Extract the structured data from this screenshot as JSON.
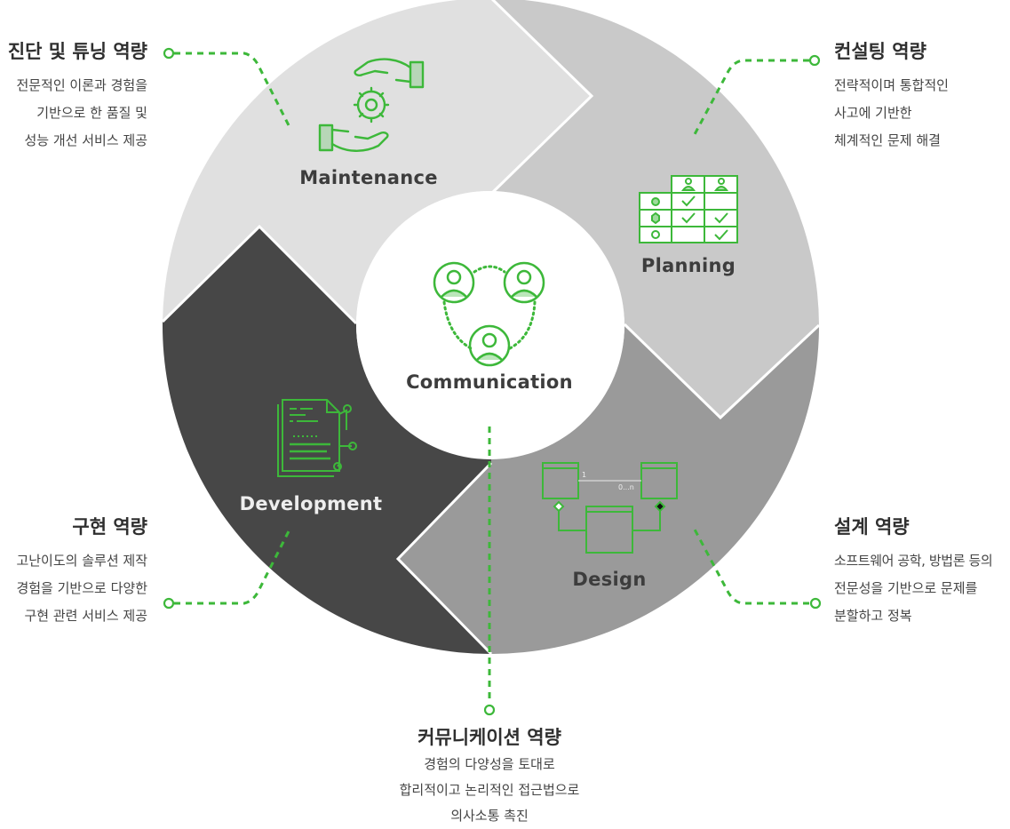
{
  "colors": {
    "accent": "#3db83a",
    "maintenance_segment": "#e0e0e0",
    "planning_segment": "#c9c9c9",
    "design_segment": "#9a9a9a",
    "development_segment": "#474747",
    "center": "#ffffff"
  },
  "segments": {
    "maintenance": "Maintenance",
    "planning": "Planning",
    "design": "Design",
    "development": "Development",
    "communication": "Communication"
  },
  "icons": {
    "maintenance": "hands-gear-icon",
    "planning": "user-checklist-table-icon",
    "design": "uml-class-diagram-icon",
    "development": "code-document-icon",
    "communication": "people-network-icon"
  },
  "uml_labels": {
    "one": "1",
    "many": "0...n"
  },
  "captions": {
    "maintenance": {
      "title": "진단 및 튜닝 역량",
      "lines": [
        "전문적인 이론과 경험을",
        "기반으로 한 품질 및",
        "성능 개선 서비스 제공"
      ]
    },
    "planning": {
      "title": "컨설팅 역량",
      "lines": [
        "전략적이며 통합적인",
        "사고에 기반한",
        "체계적인 문제 해결"
      ]
    },
    "development": {
      "title": "구현 역량",
      "lines": [
        "고난이도의 솔루션 제작",
        "경험을 기반으로 다양한",
        "구현 관련 서비스 제공"
      ]
    },
    "design": {
      "title": "설계 역량",
      "lines": [
        "소프트웨어 공학, 방법론 등의",
        "전문성을 기반으로 문제를",
        "분할하고 정복"
      ]
    },
    "communication": {
      "title": "커뮤니케이션 역량",
      "lines": [
        "경험의 다양성을 토대로",
        "합리적이고 논리적인 접근법으로",
        "의사소통 촉진"
      ]
    }
  }
}
